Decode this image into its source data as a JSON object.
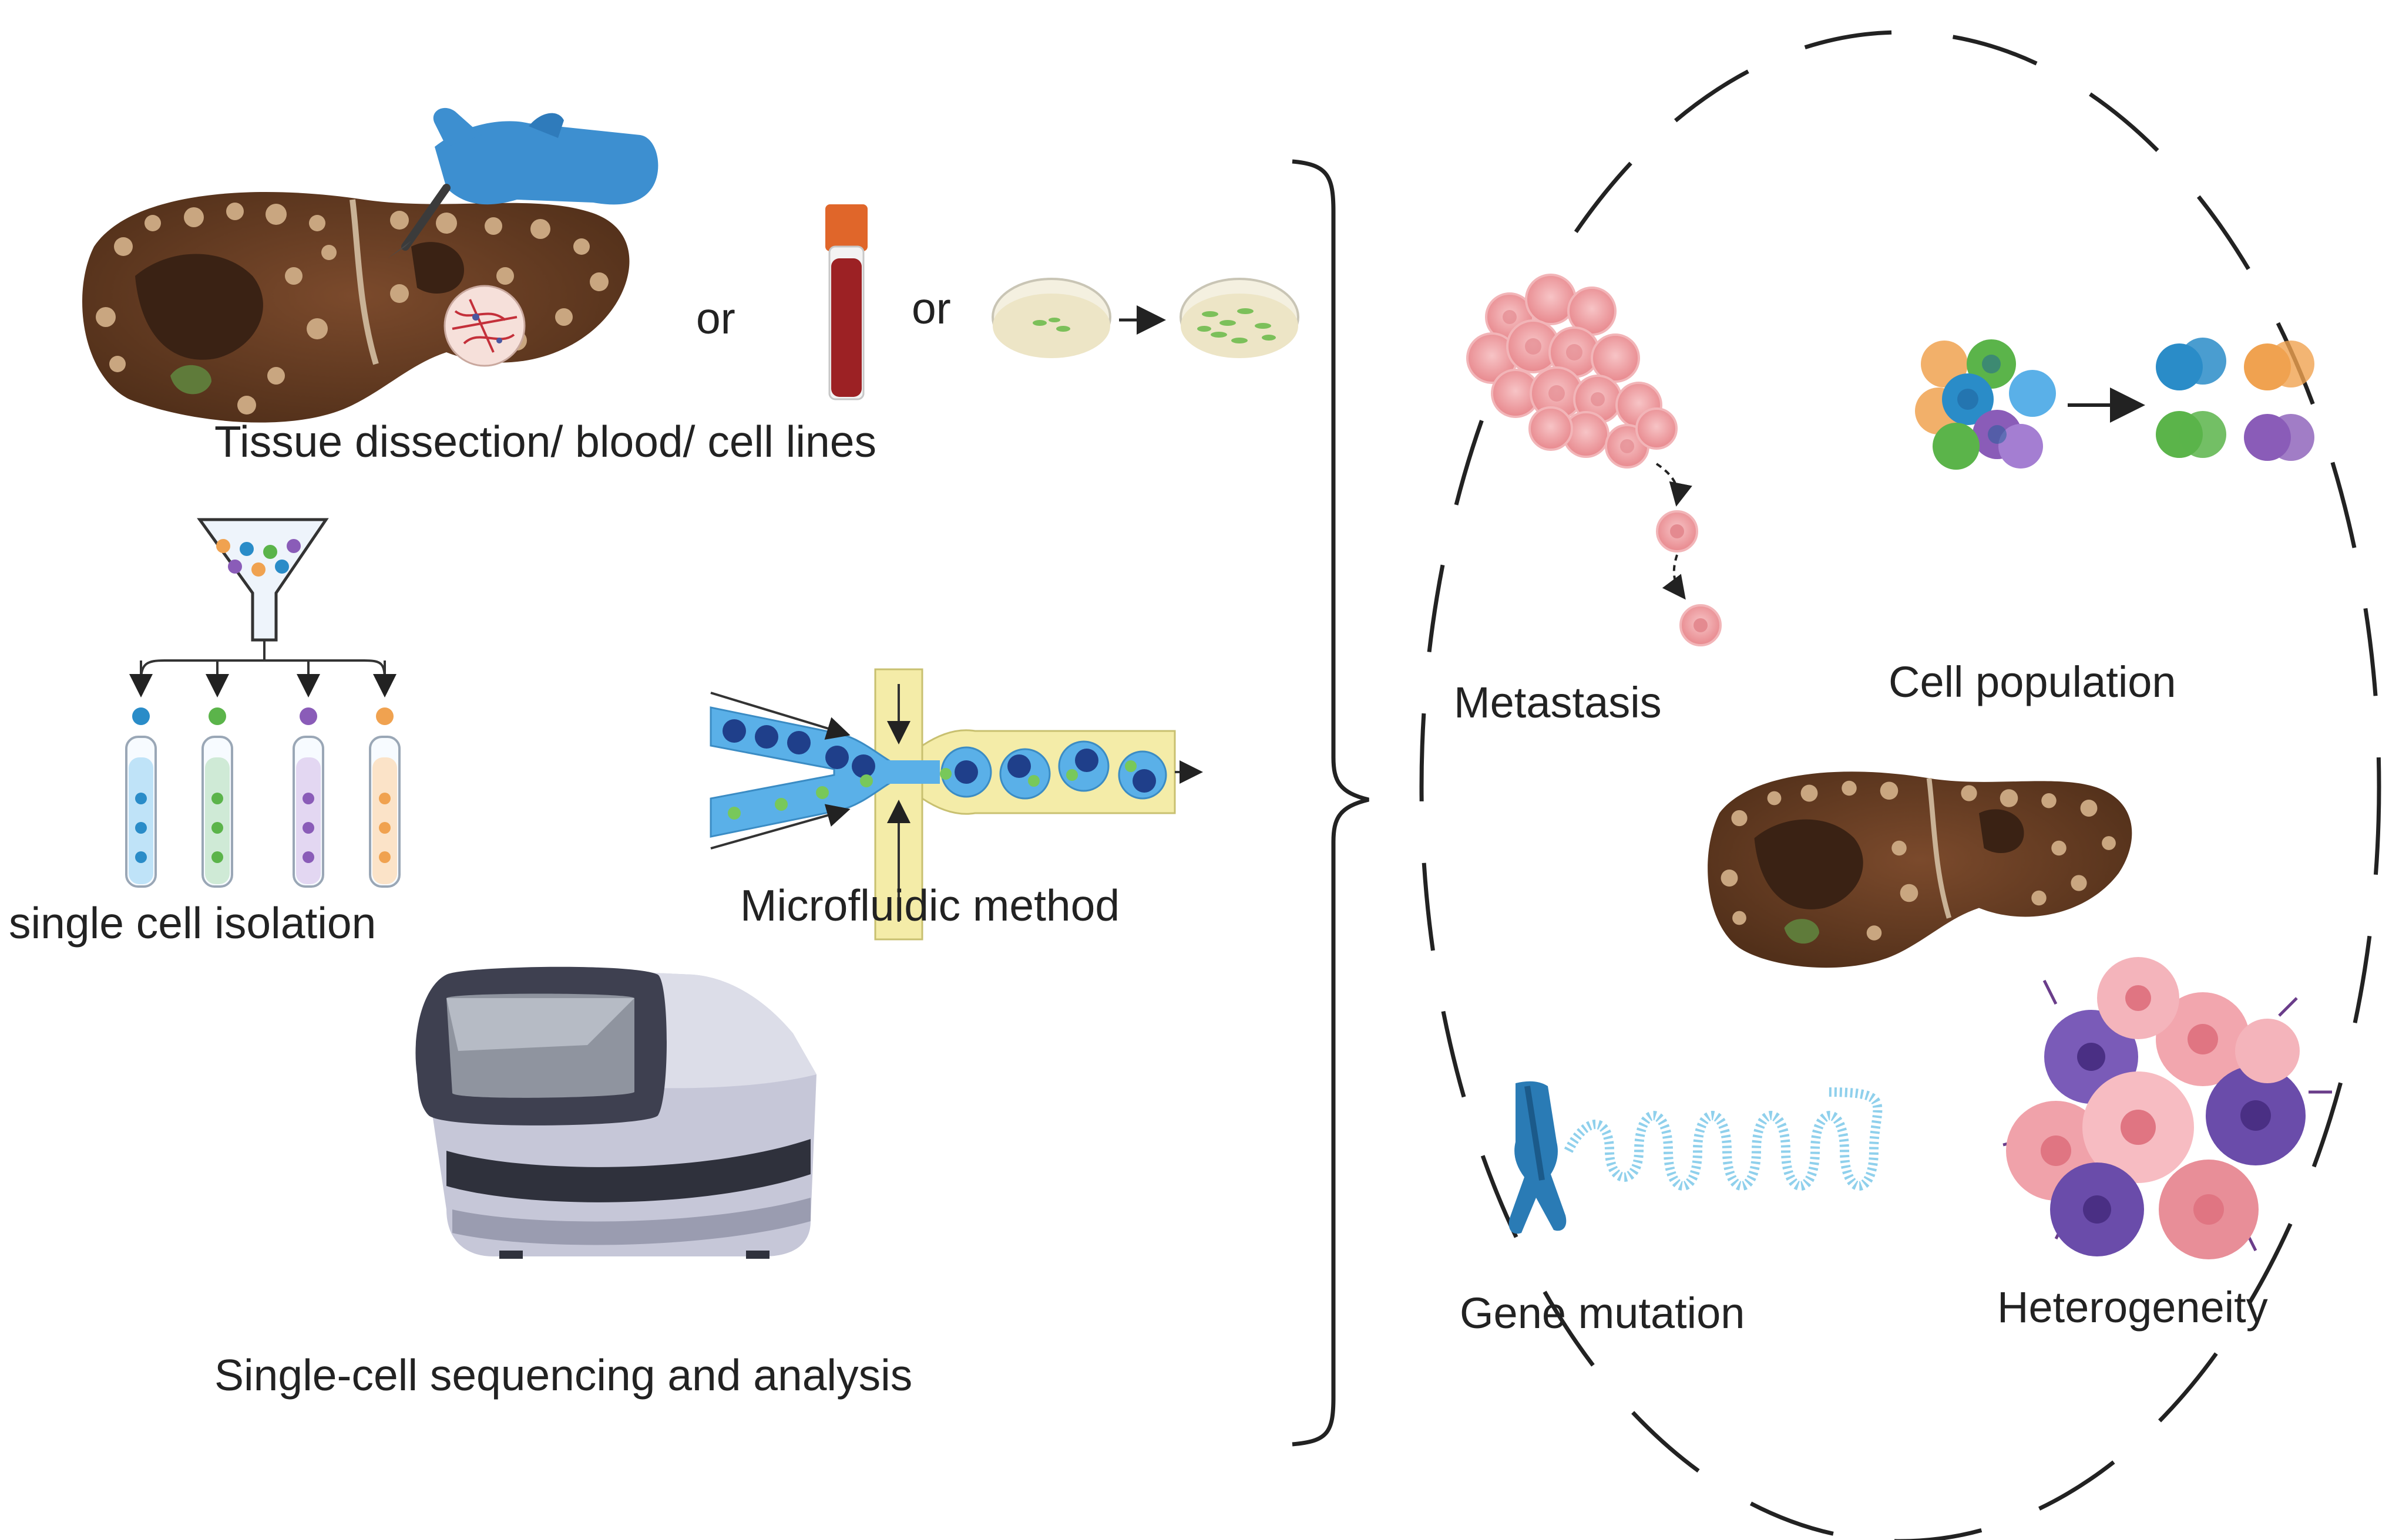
{
  "workflow": {
    "connector_1": "or",
    "connector_2": "or",
    "step_sources": "Tissue dissection/ blood/ cell lines",
    "step_isolation": "single cell isolation",
    "step_microfluidic": "Microfluidic method",
    "step_sequencing": "Single-cell sequencing and analysis"
  },
  "outcomes": {
    "metastasis": "Metastasis",
    "cell_population": "Cell population",
    "gene_mutation": "Gene mutation",
    "heterogeneity": "Heterogeneity"
  },
  "colors": {
    "liver": "#6b3d22",
    "glove": "#3d8fd0",
    "blood": "#9c2124",
    "tube_cap": "#e0662a",
    "cell_pink": "#f0a0a4",
    "cell_blue": "#2a8cc8",
    "cell_green": "#5bb44a",
    "cell_purple": "#8a5cb8",
    "cell_orange": "#f0a250",
    "chromosome": "#2a7bb5",
    "channel_blue": "#5ab0e8",
    "channel_yellow": "#f4eca8",
    "sequencer_body": "#c6c7d8"
  },
  "icons": [
    "liver-icon",
    "glove-scalpel-icon",
    "tissue-sample-icon",
    "blood-tube-icon",
    "petri-dish-icon",
    "funnel-icon",
    "test-tube-icon",
    "microfluidic-chip-icon",
    "sequencer-icon",
    "tumor-cluster-icon",
    "cell-cluster-icon",
    "chromosome-icon",
    "heterogeneous-tumor-icon"
  ]
}
